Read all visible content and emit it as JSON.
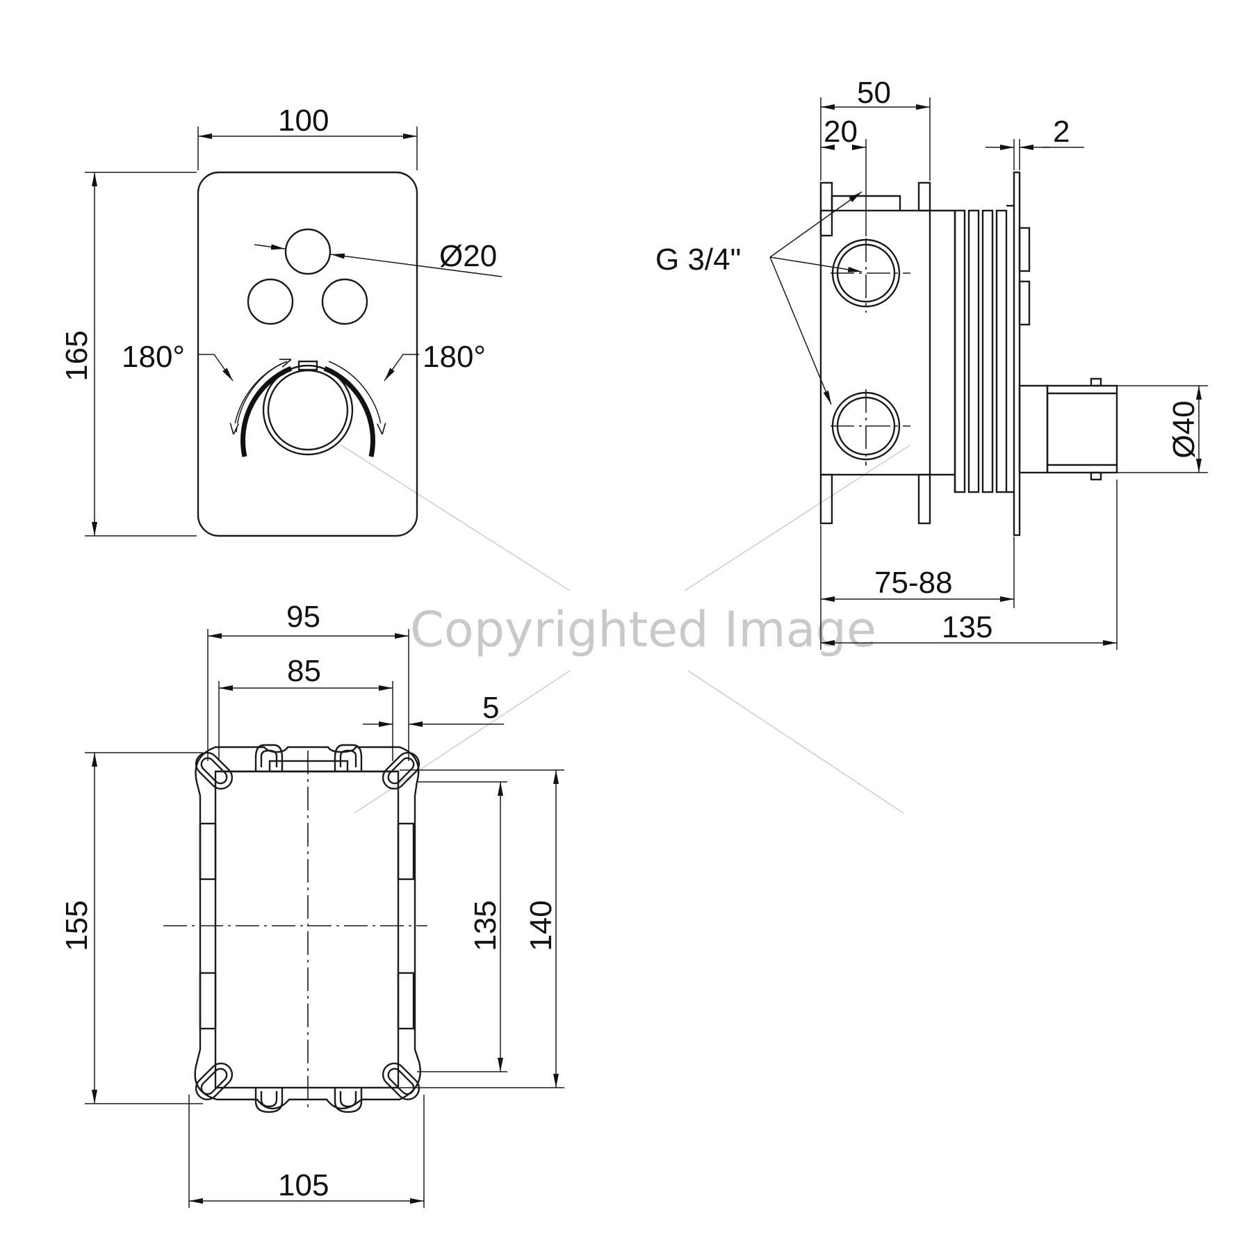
{
  "dimensions": {
    "front_width": "100",
    "front_height": "165",
    "button_diameter": "Ø20",
    "rotation_left": "180°",
    "rotation_right": "180°",
    "side_depth": "50",
    "side_inner": "20",
    "plate_thickness": "2",
    "thread": "G 3/4\"",
    "handle_diameter": "Ø40",
    "install_depth": "75-88",
    "total_depth": "135",
    "box_outer_width": "95",
    "box_inner_width": "85",
    "flange": "5",
    "box_height": "155",
    "inner_height_a": "135",
    "inner_height_b": "140",
    "box_bottom_width": "105"
  },
  "watermark": "Copyrighted Image"
}
